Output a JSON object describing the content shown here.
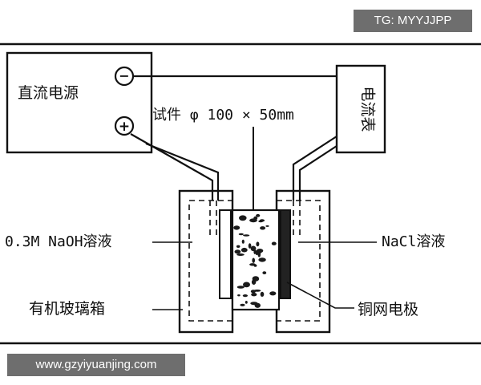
{
  "watermarks": {
    "top": "TG: MYYJJPP",
    "bottom": "www.gzyiyuanjing.com"
  },
  "labels": {
    "dc_power": "直流电源",
    "ammeter": "电流表",
    "specimen": "试件 φ 100 × 50mm",
    "naoh": "0.3M NaOH溶液",
    "nacl": "NaCl溶液",
    "box": "有机玻璃箱",
    "copper_mesh": "铜网电极"
  },
  "terminals": {
    "negative": "−",
    "positive": "+"
  }
}
